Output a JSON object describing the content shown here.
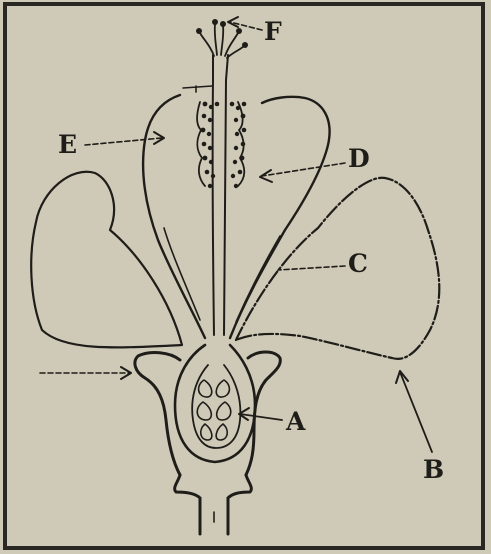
{
  "diagram": {
    "labels": {
      "a": "A",
      "b": "B",
      "c": "C",
      "d": "D",
      "e": "E",
      "f": "F"
    },
    "colors": {
      "background": "#cfcab7",
      "ink": "#1f1d19",
      "frame": "#2a2824"
    }
  }
}
